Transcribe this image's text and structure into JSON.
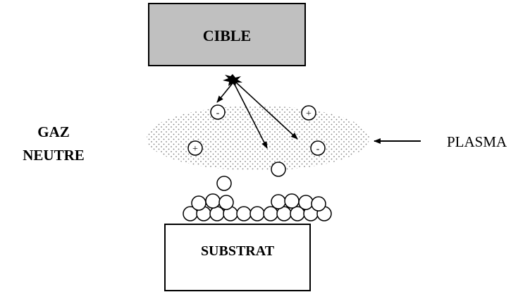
{
  "labels": {
    "target": "CIBLE",
    "gas_line1": "GAZ",
    "gas_line2": "NEUTRE",
    "plasma": "PLASMA",
    "substrate": "SUBSTRAT"
  },
  "symbols": {
    "negative": "-",
    "positive": "+"
  },
  "colors": {
    "target_fill": "#c0c0c0",
    "stroke": "#000000",
    "background": "#ffffff",
    "plasma_dots": "#808080"
  },
  "icons": {
    "impact": "starburst-icon",
    "arrows": "arrow-icon",
    "particles": "circle-icon"
  }
}
